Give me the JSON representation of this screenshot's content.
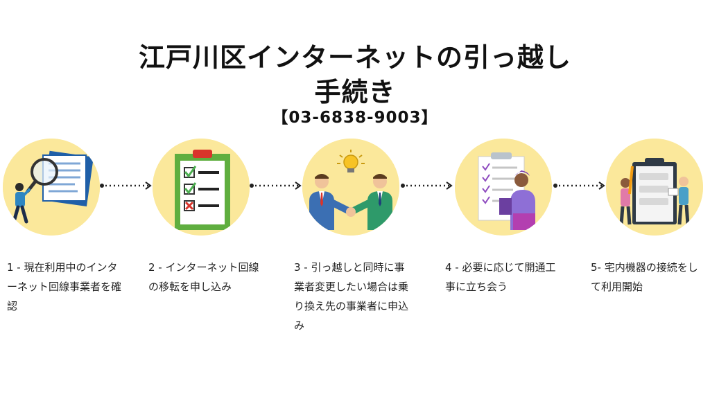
{
  "title": {
    "line1": "江戸川区インターネットの引っ越し",
    "line2": "手続き",
    "phone": "【03-6838-9003】"
  },
  "colors": {
    "circle": "#fbe89b",
    "arrow": "#222222",
    "accent_blue": "#2f6fb0",
    "accent_green": "#4caf50",
    "accent_red": "#d9342b"
  },
  "steps": [
    {
      "icon": "magnifier-document-icon",
      "text": "1 - 現在利用中のインターネット回線事業者を確認"
    },
    {
      "icon": "checklist-clipboard-icon",
      "text": "2 - インターネット回線の移転を申し込み"
    },
    {
      "icon": "handshake-lightbulb-icon",
      "text": "3 - 引っ越しと同時に事業者変更したい場合は乗り換え先の事業者に申込み"
    },
    {
      "icon": "survey-person-icon",
      "text": "4 - 必要に応じて開通工事に立ち会う"
    },
    {
      "icon": "clipboard-people-icon",
      "text": "5- 宅内機器の接続をして利用開始"
    }
  ]
}
